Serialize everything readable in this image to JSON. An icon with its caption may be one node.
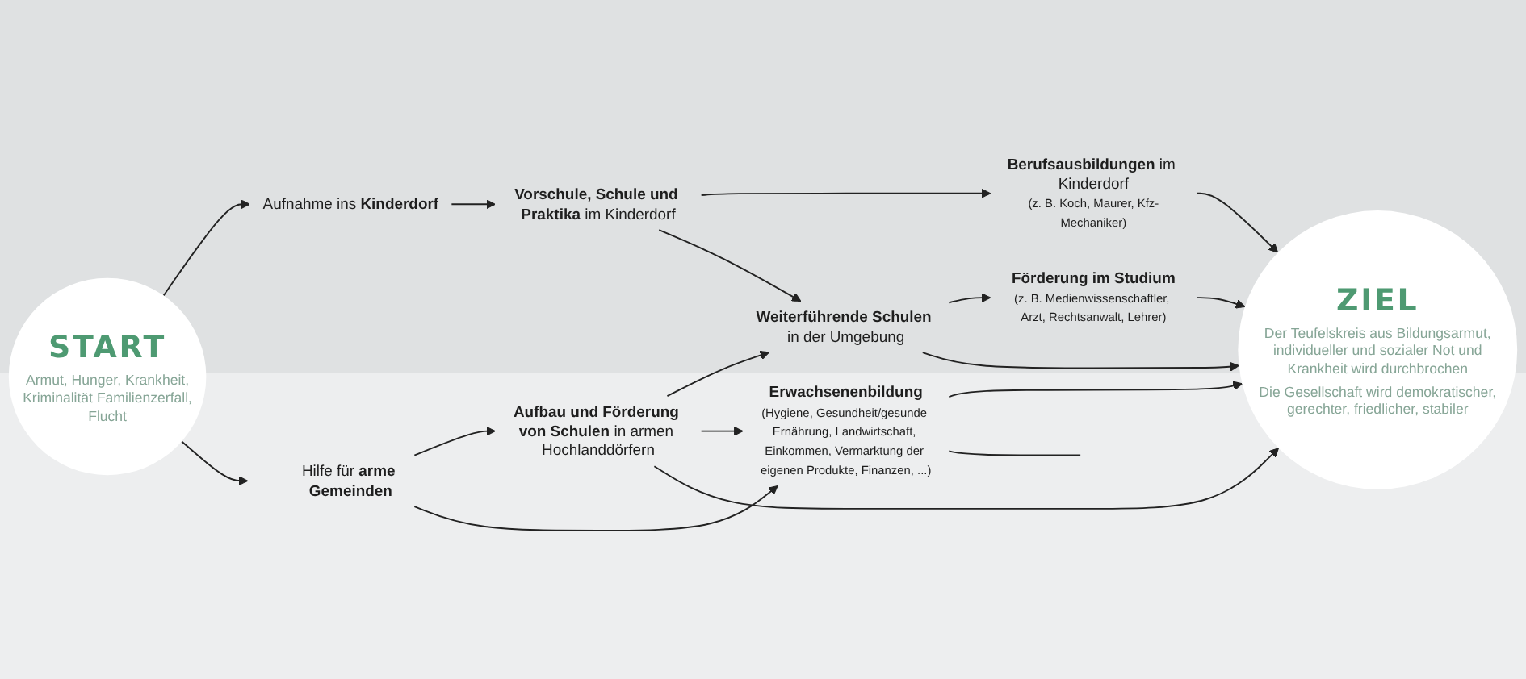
{
  "diagram": {
    "nodes": [
      {
        "text": [
          "Aufnahme ins **Kinderdorf**"
        ]
      },
      {
        "text": [
          "**Vorschule, Schule und Praktika** im Kinderdorf"
        ]
      },
      {
        "text": [
          "**Berufsausbildungen** im Kinderdorf",
          "(z. B. Koch, Maurer, Kfz-Mechaniker)"
        ]
      },
      {
        "text": [
          "**Weiterführende Schulen** in der Umgebung"
        ]
      },
      {
        "text": [
          "Förderung im Studium",
          "(z. B. Medienwissenschaftler, Arzt, Rechtsanwalt, Lehrer)"
        ]
      },
      {
        "text": [
          "START",
          "Armut, Hunger, Krankheit, Kriminalität Familienzerfall, Flucht"
        ]
      },
      {
        "text": [
          "ZIEL",
          "Der Teufelskreis aus Bildungsarmut, individueller und sozialer Not und Krankheit wird durchbrochen",
          "Die Gesellschaft wird demokratischer, gerechter, friedlicher, stabiler"
        ]
      },
      {
        "text": [
          "**Aufbau und Förderung von Schulen** in armen Hochlanddörfern"
        ]
      },
      {
        "text": [
          "Erwachsenenbildung",
          "(Hygiene, Gesundheit/gesunde Ernährung, Landwirtschaft, Einkommen, Vermarktung der eigenen Produkte, Finanzen, ...)"
        ]
      },
      {
        "text": [
          "Hilfe für **arme Gemeinden**"
        ]
      }
    ],
    "edges": [
      {
        "from": 5,
        "to": 0,
        "arrow": "to"
      },
      {
        "from": 0,
        "to": 1,
        "arrow": "to"
      },
      {
        "from": 1,
        "to": 2,
        "arrow": "to"
      },
      {
        "from": 1,
        "to": 3,
        "arrow": "to"
      },
      {
        "from": 3,
        "to": 4,
        "arrow": "to"
      },
      {
        "from": 2,
        "to": 6,
        "arrow": "to"
      },
      {
        "from": 3,
        "to": 6,
        "arrow": "to"
      },
      {
        "from": 4,
        "to": 6,
        "arrow": "to"
      },
      {
        "from": 5,
        "to": 9,
        "arrow": "to"
      },
      {
        "from": 9,
        "to": 7,
        "arrow": "to"
      },
      {
        "from": 9,
        "to": 8,
        "arrow": "to"
      },
      {
        "from": 7,
        "to": 3,
        "arrow": "to"
      },
      {
        "from": 7,
        "to": 8,
        "arrow": "to"
      },
      {
        "from": 7,
        "to": 6,
        "arrow": "to"
      },
      {
        "from": 8,
        "to": 6,
        "arrow": "to"
      },
      {
        "from": 8,
        "to": null,
        "arrow": "none"
      }
    ]
  }
}
